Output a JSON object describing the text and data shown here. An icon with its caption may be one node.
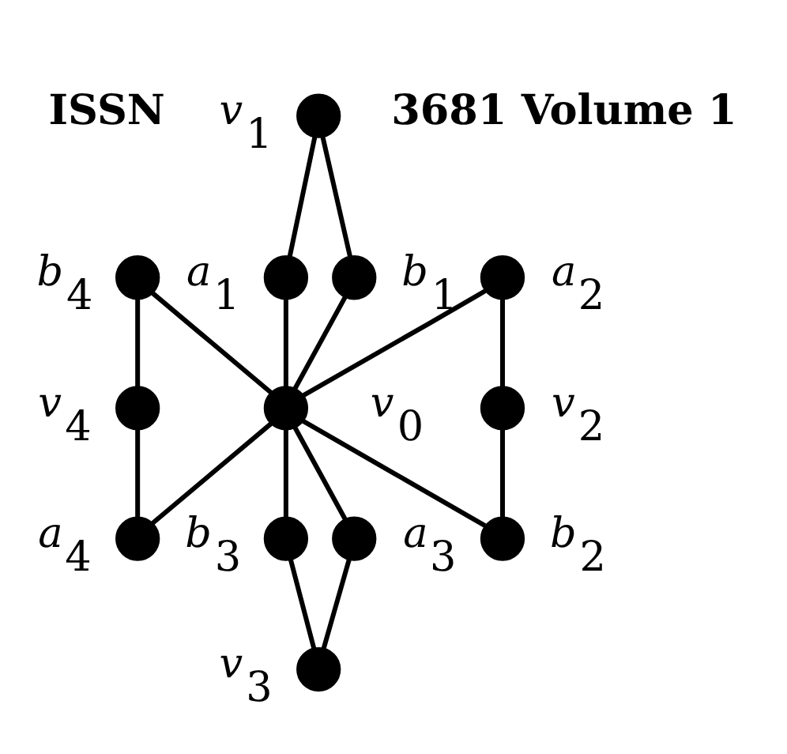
{
  "diagram": {
    "nodes": [
      {
        "text": [],
        "shape": "circle",
        "beside": [
          "*v*$_{1}$"
        ]
      },
      {
        "text": [],
        "shape": "circle",
        "beside": [
          "*a*$_{1}$"
        ]
      },
      {
        "text": [],
        "shape": "circle",
        "beside": [
          "*b*$_{1}$"
        ]
      },
      {
        "text": [],
        "shape": "circle",
        "beside": [
          "*b*$_{4}$"
        ]
      },
      {
        "text": [],
        "shape": "circle",
        "beside": [
          "*a*$_{2}$"
        ]
      },
      {
        "text": [],
        "shape": "circle",
        "beside": [
          "*v*$_{4}$"
        ]
      },
      {
        "text": [],
        "shape": "circle",
        "beside": [
          "*v*$_{0}$"
        ]
      },
      {
        "text": [],
        "shape": "circle",
        "beside": [
          "*v*$_{2}$"
        ]
      },
      {
        "text": [],
        "shape": "circle",
        "beside": [
          "*a*$_{4}$"
        ]
      },
      {
        "text": [],
        "shape": "circle",
        "beside": [
          "*b*$_{2}$"
        ]
      },
      {
        "text": [],
        "shape": "circle",
        "beside": [
          "*b*$_{3}$"
        ]
      },
      {
        "text": [],
        "shape": "circle",
        "beside": [
          "*a*$_{3}$"
        ]
      },
      {
        "text": [],
        "shape": "circle",
        "beside": [
          "*v*$_{3}$"
        ]
      }
    ],
    "edges": [
      {
        "from": 6,
        "to": 1,
        "arrow": "none"
      },
      {
        "from": 1,
        "to": 0,
        "arrow": "none"
      },
      {
        "from": 0,
        "to": 2,
        "arrow": "none"
      },
      {
        "from": 2,
        "to": 6,
        "arrow": "none"
      },
      {
        "from": 6,
        "to": 4,
        "arrow": "none"
      },
      {
        "from": 4,
        "to": 7,
        "arrow": "none"
      },
      {
        "from": 7,
        "to": 9,
        "arrow": "none"
      },
      {
        "from": 9,
        "to": 6,
        "arrow": "none"
      },
      {
        "from": 6,
        "to": 11,
        "arrow": "none"
      },
      {
        "from": 11,
        "to": 12,
        "arrow": "none"
      },
      {
        "from": 12,
        "to": 10,
        "arrow": "none"
      },
      {
        "from": 10,
        "to": 6,
        "arrow": "none"
      },
      {
        "from": 6,
        "to": 8,
        "arrow": "none"
      },
      {
        "from": 8,
        "to": 5,
        "arrow": "none"
      },
      {
        "from": 5,
        "to": 3,
        "arrow": "none"
      },
      {
        "from": 3,
        "to": 6,
        "arrow": "none"
      }
    ],
    "labels": [
      "ISSN",
      "3681 Volume 1"
    ]
  }
}
